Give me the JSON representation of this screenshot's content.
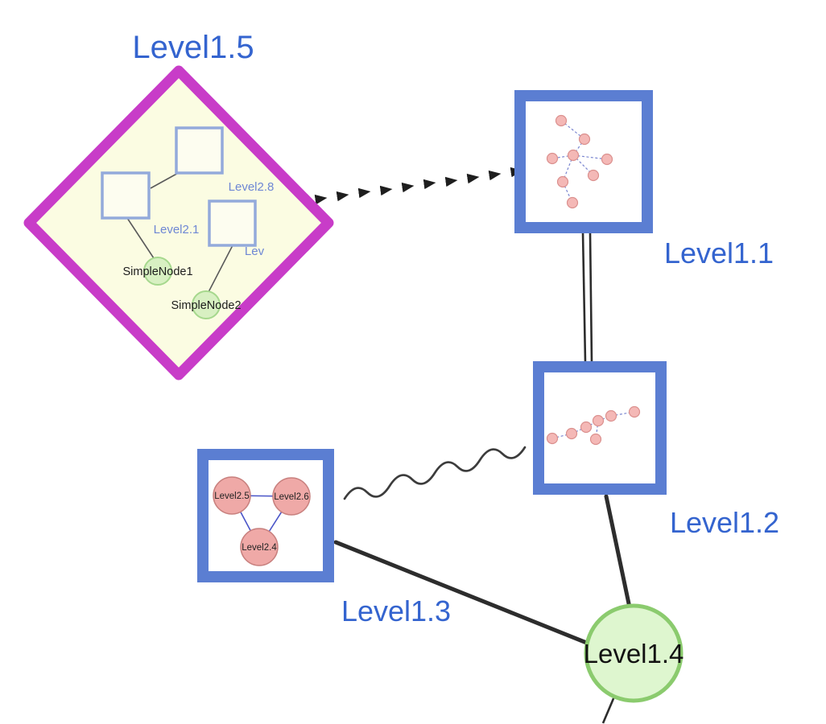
{
  "colors": {
    "label-blue": "#3464cf",
    "small-label-blue": "#6e87d4",
    "diamond-stroke": "#c83cc8",
    "diamond-fill": "#fbfce2",
    "group-border": "#5b7ed2",
    "inner-square-border": "#93aadb",
    "green-node-fill": "#d8f0c2",
    "green-node-stroke": "#a6d88d",
    "big-green-fill": "#def6cf",
    "big-green-stroke": "#8bcb6e",
    "pink-node-fill": "#f4b8b6",
    "pink-node-stroke": "#db908e",
    "pink-big-fill": "#efa9a7",
    "pink-big-stroke": "#c8807e",
    "dashed-blue": "#7a86d0",
    "edge-dark": "#2d2d2d",
    "text-black": "#121212"
  },
  "nodes": {
    "level15": {
      "label": "Level1.5",
      "shape": "diamond-group"
    },
    "level11": {
      "label": "Level1.1",
      "shape": "square-group"
    },
    "level12": {
      "label": "Level1.2",
      "shape": "square-group"
    },
    "level13": {
      "label": "Level1.3",
      "shape": "square-group"
    },
    "level14": {
      "label": "Level1.4",
      "shape": "circle"
    }
  },
  "level15_children": {
    "level28": {
      "label": "Level2.8"
    },
    "level21": {
      "label": "Level2.1"
    },
    "lev_partial": {
      "label": "Lev"
    },
    "simplenode1": {
      "label": "SimpleNode1"
    },
    "simplenode2": {
      "label": "SimpleNode2"
    }
  },
  "level13_children": {
    "level25": {
      "label": "Level2.5"
    },
    "level26": {
      "label": "Level2.6"
    },
    "level24": {
      "label": "Level2.4"
    }
  }
}
